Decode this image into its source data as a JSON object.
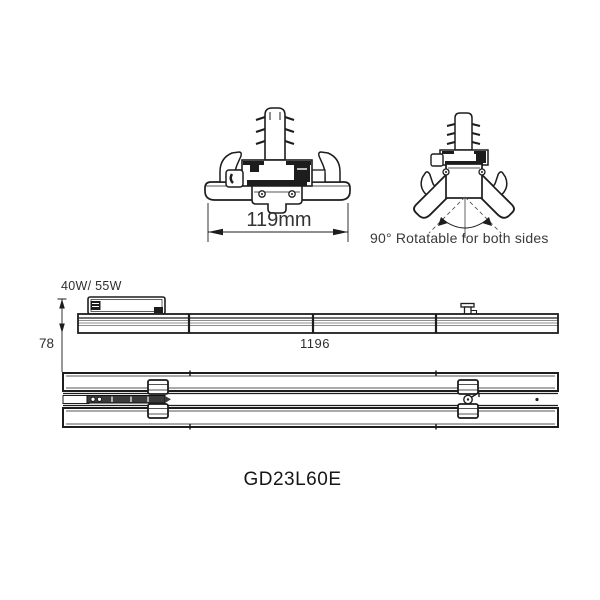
{
  "colors": {
    "background": "#ffffff",
    "line": "#1d1d1d",
    "text": "#2e2e2e"
  },
  "front_view": {
    "width_dimension": "119mm"
  },
  "rotated_view": {
    "caption": "90° Rotatable for both sides"
  },
  "side_view": {
    "power_rating": "40W/ 55W",
    "height_dimension": "78",
    "length_dimension": "1196"
  },
  "model_label": "GD23L60E"
}
